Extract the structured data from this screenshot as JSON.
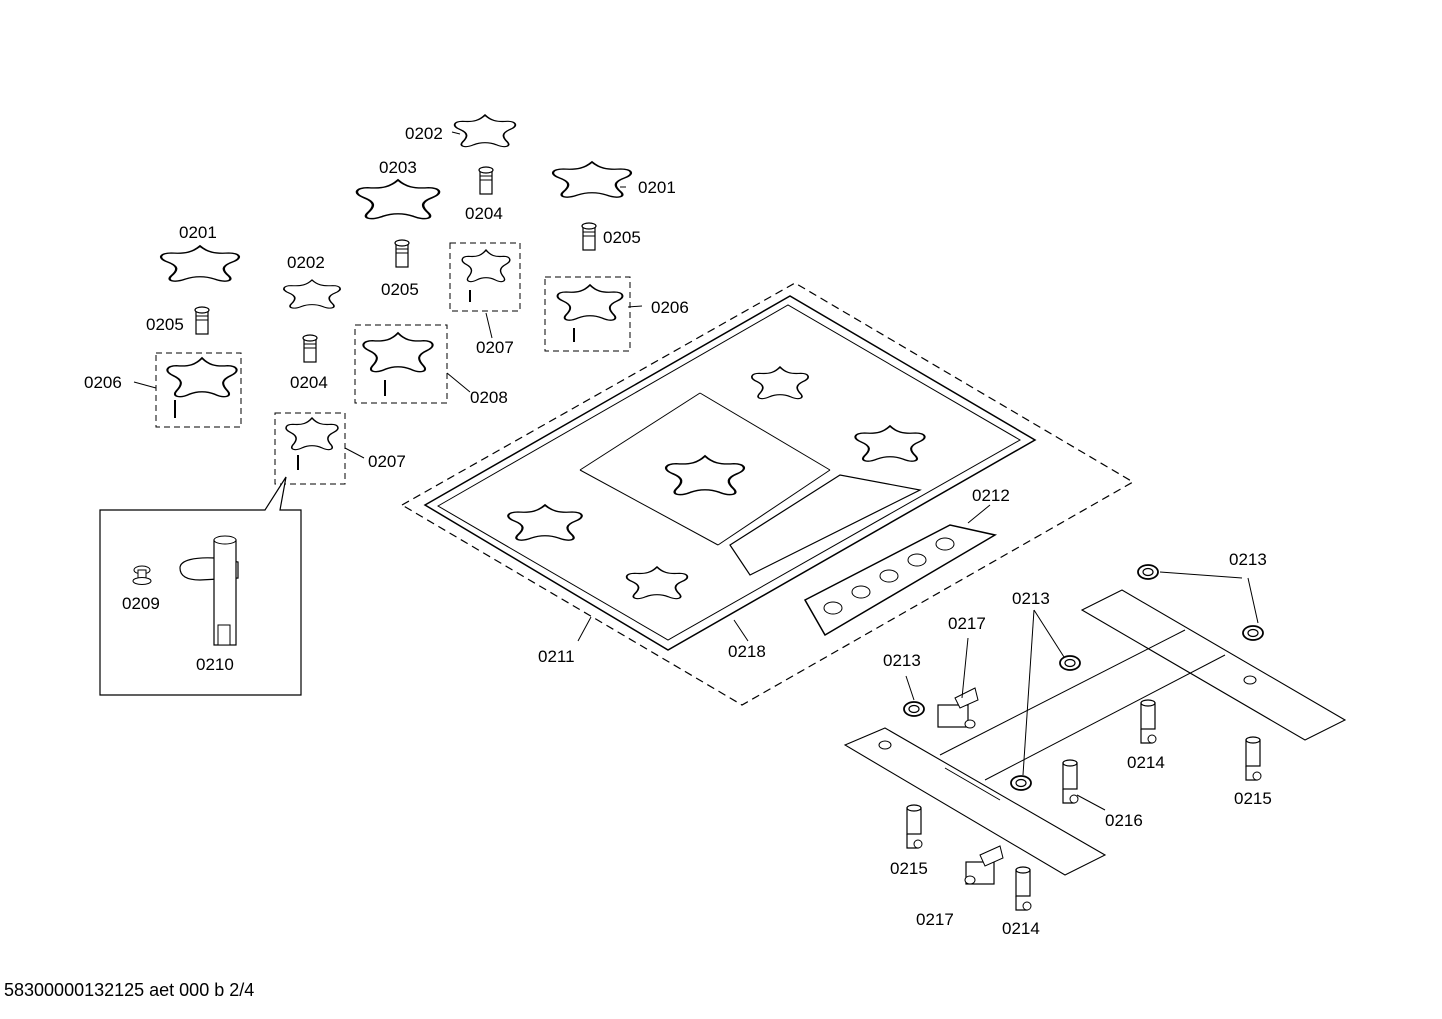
{
  "callouts": [
    "0202",
    "0203",
    "0204",
    "0201",
    "0205",
    "0201",
    "0202",
    "0205",
    "0206",
    "0204",
    "0207",
    "0208",
    "0206",
    "0205",
    "0207",
    "0209",
    "0210",
    "0211",
    "0218",
    "0212",
    "0213",
    "0213",
    "0213",
    "0217",
    "0214",
    "0216",
    "0215",
    "0215",
    "0217",
    "0214"
  ],
  "footer": "58300000132125 aet 000 b 2/4"
}
